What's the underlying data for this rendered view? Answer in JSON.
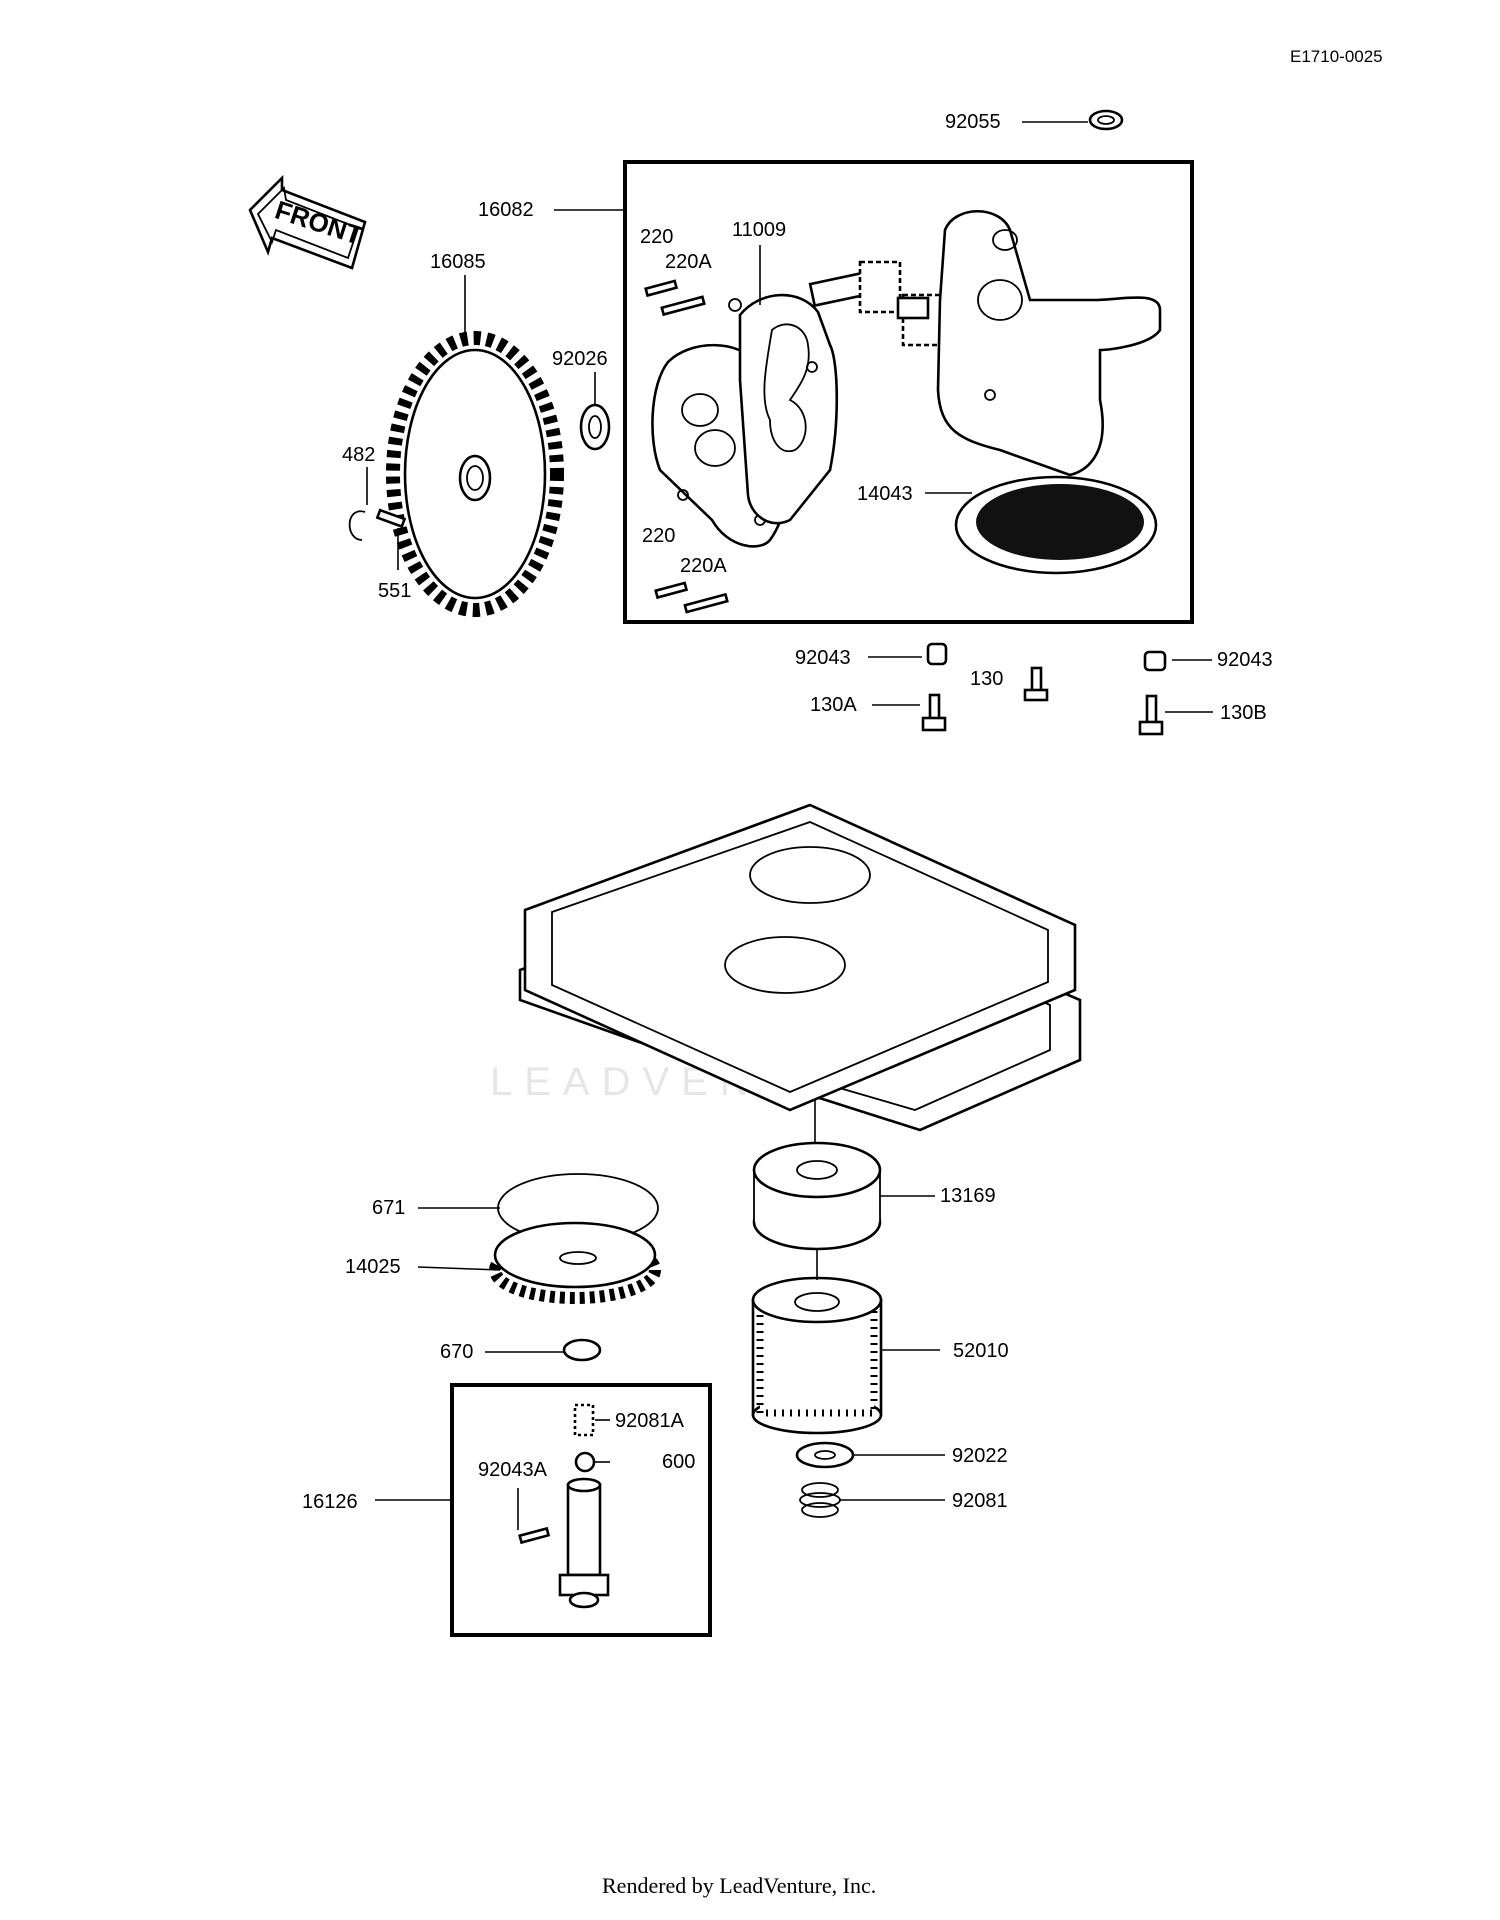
{
  "diagram_code": "E1710-0025",
  "watermark": "LEADVENTURE",
  "footer": "Rendered by LeadVenture, Inc.",
  "front_badge": "FRONT",
  "parts": {
    "p92055": "92055",
    "p16082": "16082",
    "p16085": "16085",
    "p220_top": "220",
    "p220a_top": "220A",
    "p11009": "11009",
    "p92026": "92026",
    "p482": "482",
    "p551": "551",
    "p14043": "14043",
    "p220_bot": "220",
    "p220a_bot": "220A",
    "p92043_left": "92043",
    "p92043_right": "92043",
    "p130": "130",
    "p130a": "130A",
    "p130b": "130B",
    "p671": "671",
    "p14025": "14025",
    "p13169": "13169",
    "p52010": "52010",
    "p670": "670",
    "p92081a": "92081A",
    "p600": "600",
    "p92043a": "92043A",
    "p16126": "16126",
    "p92022": "92022",
    "p92081": "92081"
  }
}
